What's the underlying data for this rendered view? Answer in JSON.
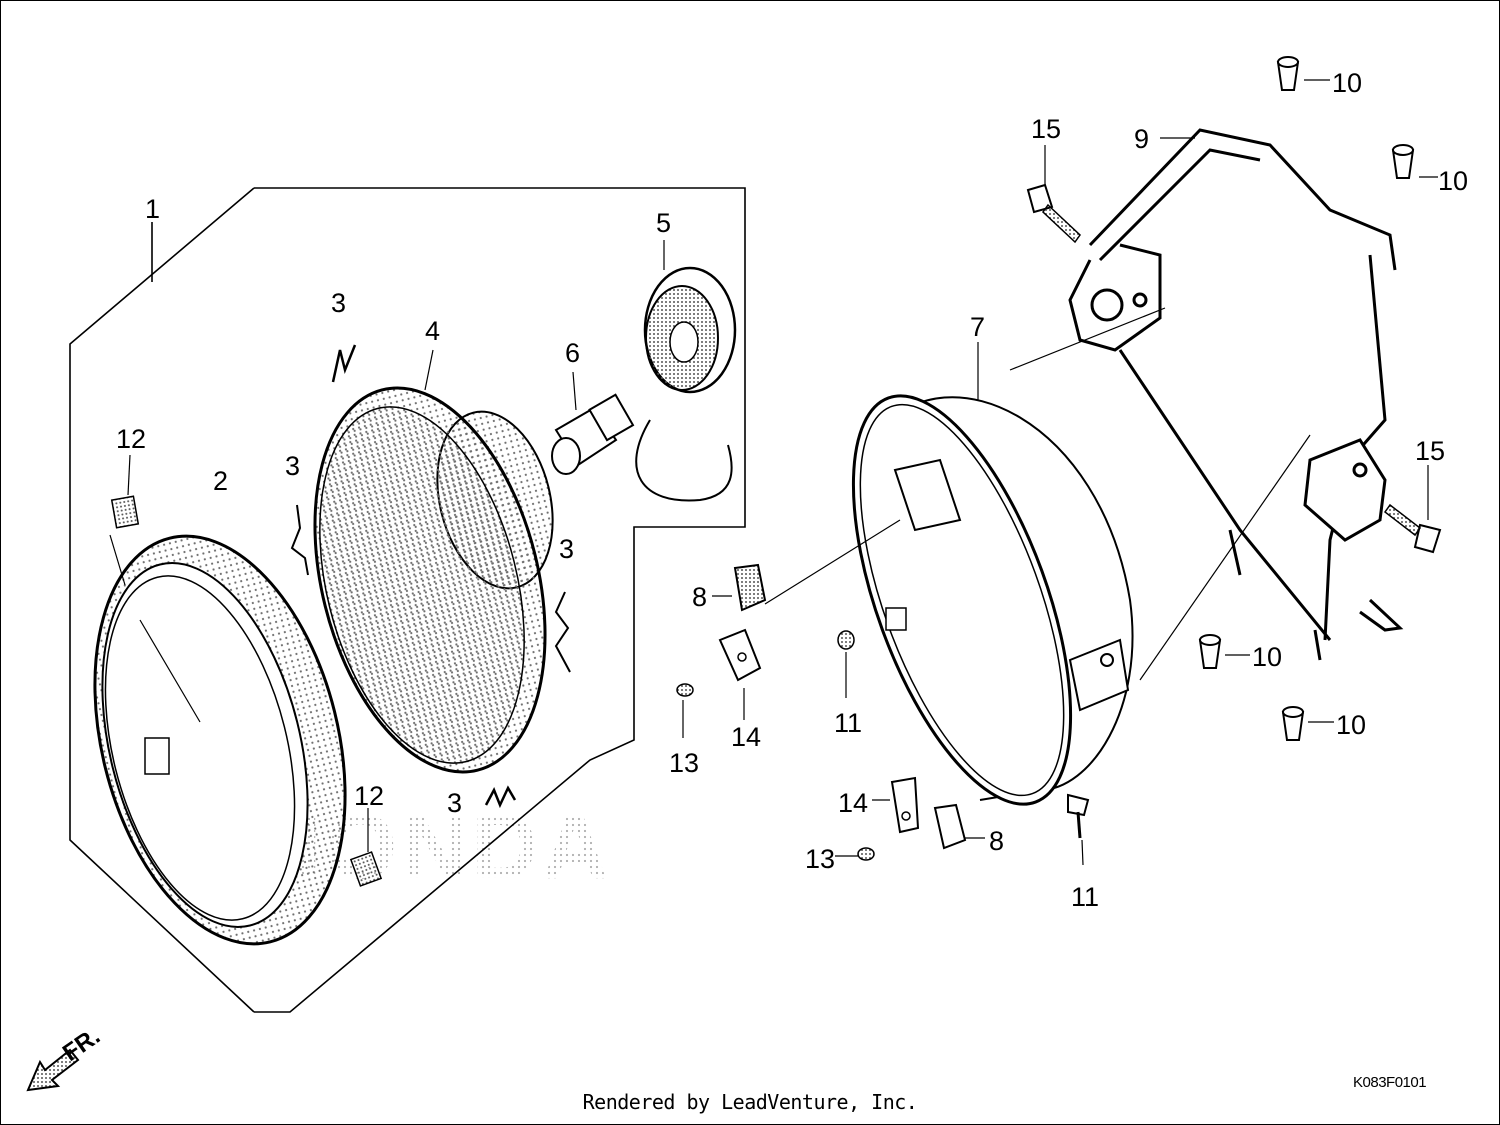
{
  "diagram": {
    "callouts": {
      "c1": "1",
      "c2": "2",
      "c3a": "3",
      "c3b": "3",
      "c3c": "3",
      "c3d": "3",
      "c4": "4",
      "c5": "5",
      "c6": "6",
      "c7": "7",
      "c8a": "8",
      "c8b": "8",
      "c9": "9",
      "c10a": "10",
      "c10b": "10",
      "c10c": "10",
      "c10d": "10",
      "c11a": "11",
      "c11b": "11",
      "c12a": "12",
      "c12b": "12",
      "c13a": "13",
      "c13b": "13",
      "c14a": "14",
      "c14b": "14",
      "c15a": "15",
      "c15b": "15"
    },
    "front_arrow_label": "FR.",
    "watermark": "HONDA",
    "diagram_code": "K083F0101",
    "caption": "Rendered by LeadVenture, Inc."
  },
  "colors": {
    "ink": "#000000",
    "dot_shade": "#7a7a7a",
    "background": "#ffffff"
  }
}
